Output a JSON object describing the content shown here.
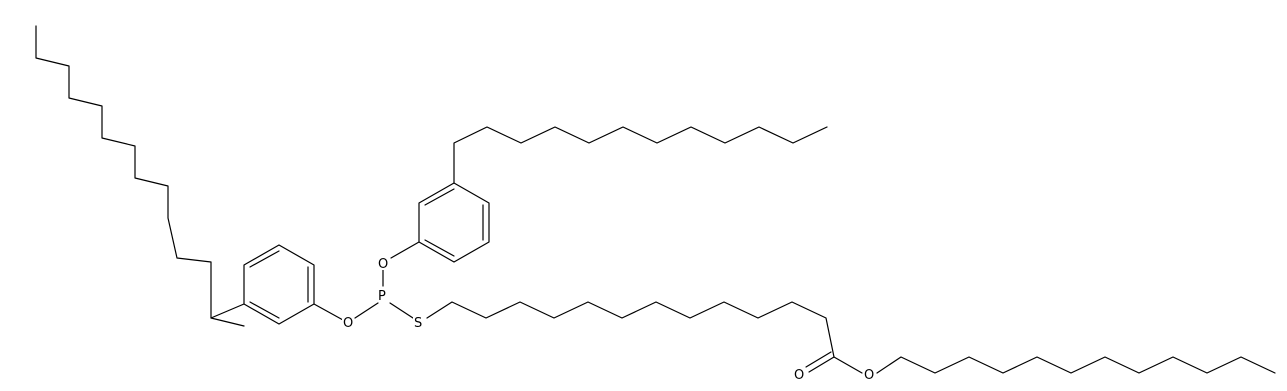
{
  "diagram": {
    "atoms": {
      "P": "P",
      "S": "S",
      "O_upper": "O",
      "O_lower": "O",
      "O_carbonyl": "O",
      "O_ester": "O"
    }
  }
}
